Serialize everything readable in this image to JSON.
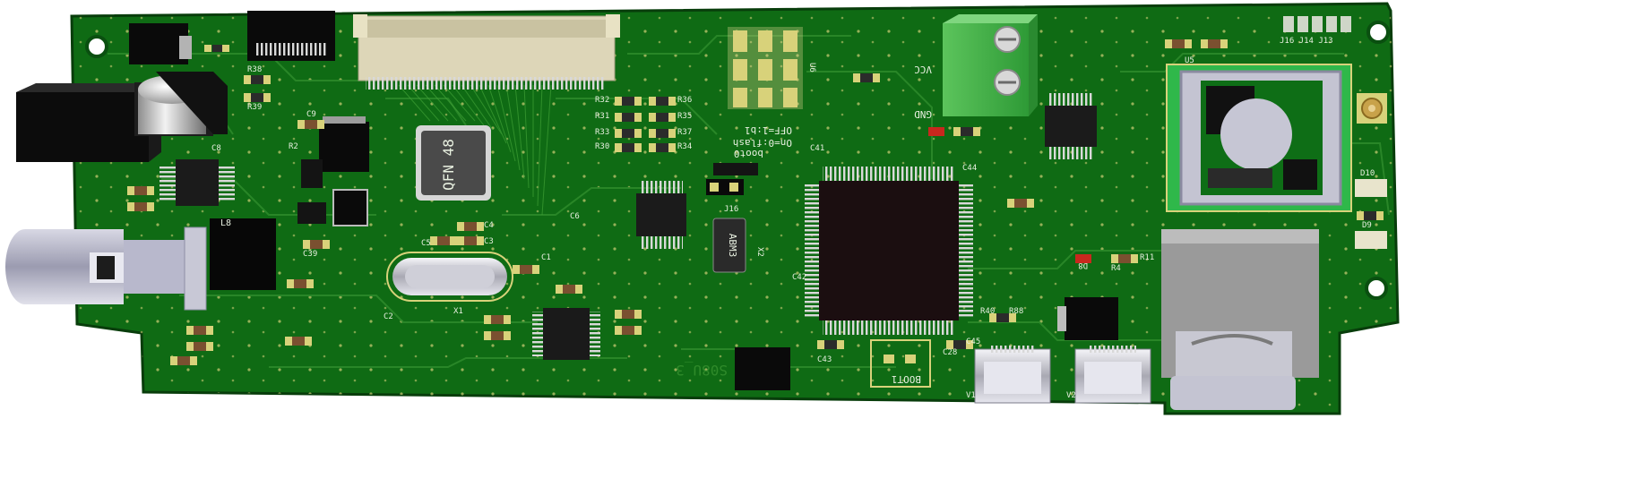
{
  "board": {
    "colors": {
      "pcb": "#0f6b14",
      "pcb_dark": "#0a4f10",
      "trace": "#2f8a2a",
      "silk": "#e8f0e0",
      "pad": "#c9c27a"
    },
    "labels": {
      "qfn": "QFN 48",
      "abm3": "ABM3",
      "boot1": "BOOT1",
      "boot0": "boot0",
      "off_line": "OFF=1:b1",
      "on_line": "On=0:flash",
      "vcc": "VCC",
      "gnd": "GND",
      "version": "S08U_3",
      "u5": "U5",
      "u6": "U6",
      "d10": "D10",
      "d9": "D9",
      "d8": "D8",
      "x1": "X1",
      "x2": "X2",
      "l8": "L8",
      "r38": "R38",
      "r39": "R39",
      "c9": "C9",
      "c8": "C8",
      "r2": "R2",
      "c1": "C1",
      "c2": "C2",
      "c3": "C3",
      "c4": "C4",
      "c5": "C5",
      "c6": "C6",
      "c39": "C39",
      "c41": "C41",
      "c42": "C42",
      "c43": "C43",
      "c44": "C44",
      "c45": "C45",
      "c28": "C28",
      "r32": "R32",
      "r31": "R31",
      "r33": "R33",
      "r30": "R30",
      "r36": "R36",
      "r35": "R35",
      "r34": "R34",
      "r37": "R37",
      "r4": "R4",
      "r40": "R40",
      "r88": "R88",
      "r11": "R11",
      "j16": "J16",
      "v1": "V1",
      "v2": "V2",
      "top_ids": "J16 J14 J13"
    }
  }
}
